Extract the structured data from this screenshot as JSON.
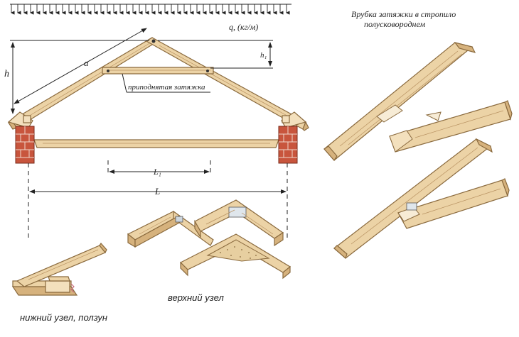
{
  "labels": {
    "load": "q, (кг/м)",
    "rafter_length": "a",
    "height": "h",
    "tie_height": "h₁",
    "raised_tie": "приподнятая затяжка",
    "span_inner": "L₁",
    "span": "L",
    "top_node": "верхний узел",
    "bottom_node": "нижний узел, ползун",
    "joint_title_line1": "Врубка затяжки в стропило",
    "joint_title_line2": "полусковороднем"
  },
  "colors": {
    "wood": "#ecd3a6",
    "wood_dark": "#d6b27d",
    "brick": "#c8553d",
    "line": "#222222"
  }
}
